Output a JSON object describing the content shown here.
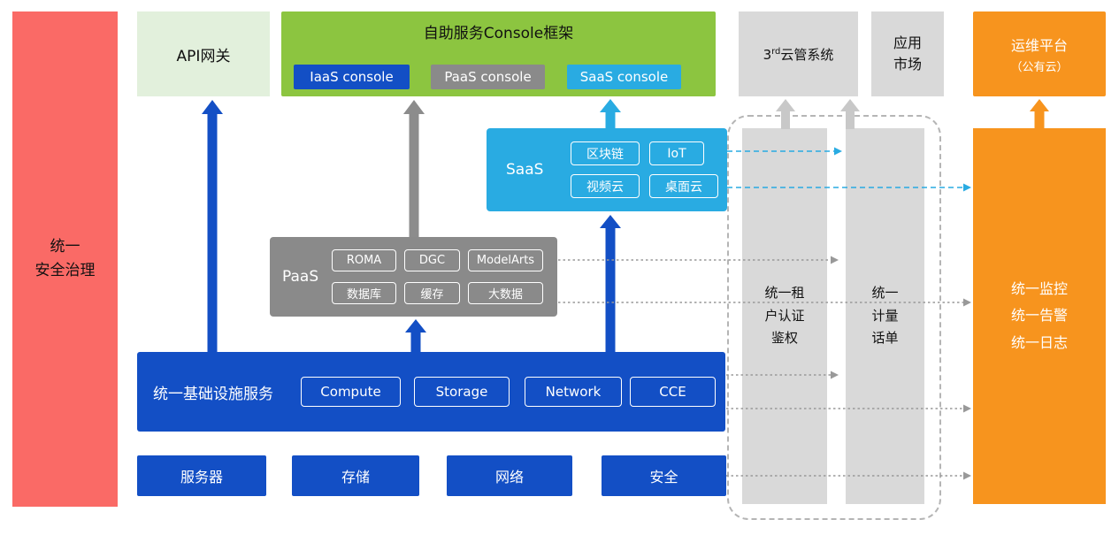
{
  "colors": {
    "security_red": "#fa6a66",
    "api_light_green": "#e2f0dc",
    "console_green": "#8cc540",
    "primary_blue": "#134fc5",
    "paas_gray": "#8a8a8a",
    "panel_light_gray": "#d9d9d9",
    "saas_cyan": "#29abe2",
    "om_orange": "#f7941e"
  },
  "security_bar": {
    "label": "统一\n安全治理"
  },
  "api_gateway": {
    "label": "API网关"
  },
  "console_framework": {
    "title": "自助服务Console框架",
    "iaas": "IaaS console",
    "paas": "PaaS console",
    "saas": "SaaS console"
  },
  "third_party_cloud": {
    "prefix": "3",
    "sup": "rd",
    "suffix": "云管系统"
  },
  "app_market": {
    "label": "应用\n市场"
  },
  "om_platform": {
    "line1": "运维平台",
    "line2": "（公有云）"
  },
  "saas": {
    "label": "SaaS",
    "items": [
      "区块链",
      "IoT",
      "视频云",
      "桌面云"
    ]
  },
  "paas": {
    "label": "PaaS",
    "items": [
      "ROMA",
      "DGC",
      "ModelArts",
      "数据库",
      "缓存",
      "大数据"
    ]
  },
  "infra": {
    "label": "统一基础设施服务",
    "items": [
      "Compute",
      "Storage",
      "Network",
      "CCE"
    ]
  },
  "resources": [
    "服务器",
    "存储",
    "网络",
    "安全"
  ],
  "auth_bar": {
    "label": "统一租\n户认证\n鉴权"
  },
  "metering_bar": {
    "label": "统一\n计量\n话单"
  },
  "monitor_bar": {
    "lines": [
      "统一监控",
      "统一告警",
      "统一日志"
    ]
  }
}
